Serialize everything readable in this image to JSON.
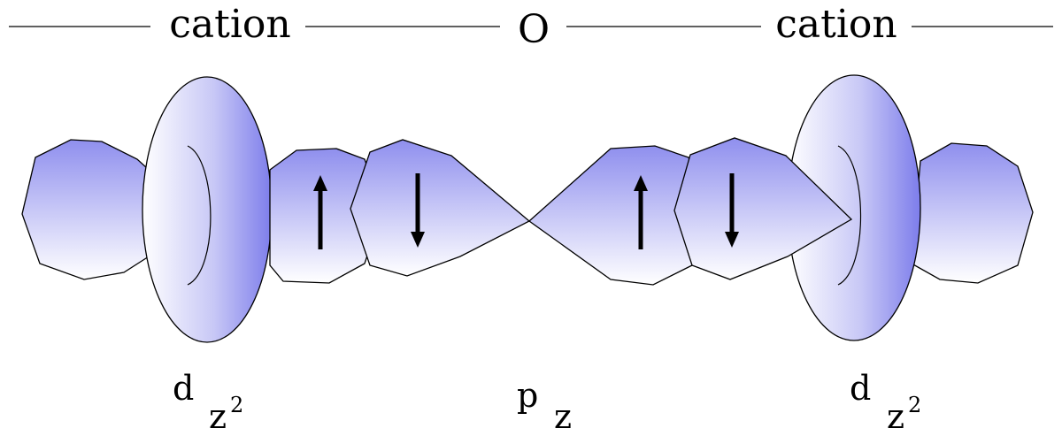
{
  "diagram": {
    "title_left": "cation",
    "title_center": "O",
    "title_right": "cation",
    "orbital_left": {
      "main": "d",
      "sub": "z",
      "sup": "2"
    },
    "orbital_center": {
      "main": "p",
      "sub": "z"
    },
    "orbital_right": {
      "main": "d",
      "sub": "z",
      "sup": "2"
    },
    "spin_arrows": [
      "up",
      "down",
      "up",
      "down"
    ],
    "colors": {
      "lobe_light": "#ffffff",
      "lobe_fill": "#9b9bf0",
      "lobe_dark": "#7a7aea",
      "outline": "#000000"
    }
  }
}
